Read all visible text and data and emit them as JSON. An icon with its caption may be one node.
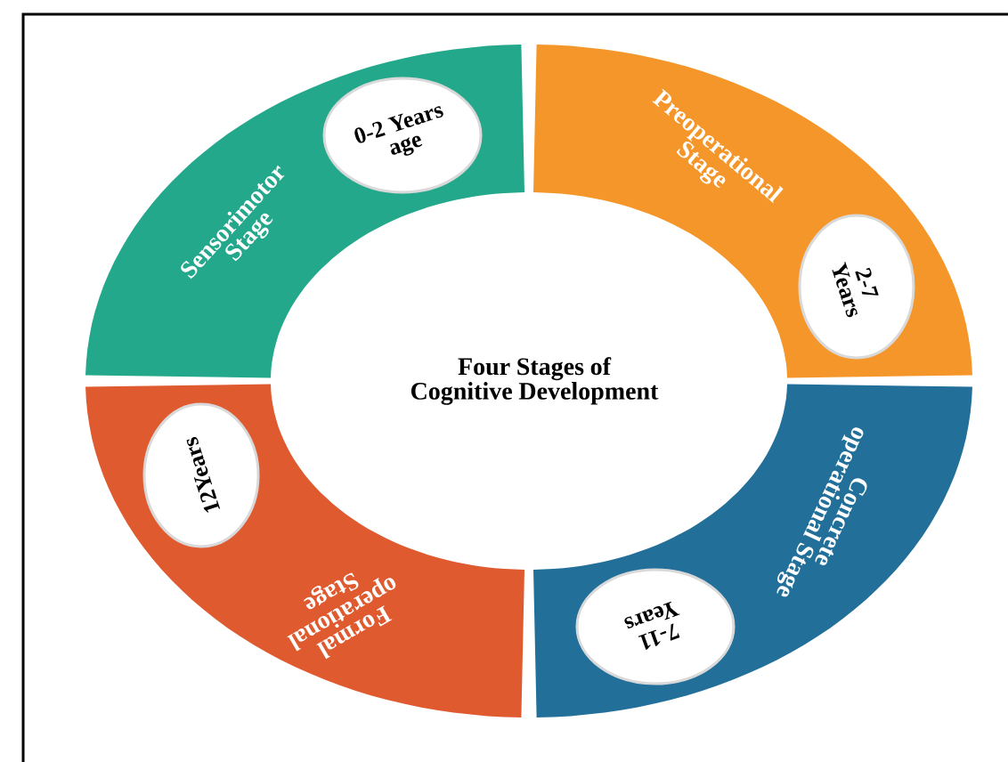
{
  "diagram": {
    "title": "Four Stages of Cognitive Development",
    "nodes": [
      {
        "text": [
          "Sensorimotor Stage"
        ]
      },
      {
        "text": [
          "0-2 Years age"
        ],
        "in": 0
      },
      {
        "text": [
          "Preoperational Stage"
        ]
      },
      {
        "text": [
          "2-7 Years"
        ],
        "in": 2
      },
      {
        "text": [
          "Concrete operational Stage"
        ]
      },
      {
        "text": [
          "7-11 Years"
        ],
        "in": 4
      },
      {
        "text": [
          "Formal operational Stage"
        ]
      },
      {
        "text": [
          "12Years"
        ],
        "in": 6
      }
    ]
  }
}
